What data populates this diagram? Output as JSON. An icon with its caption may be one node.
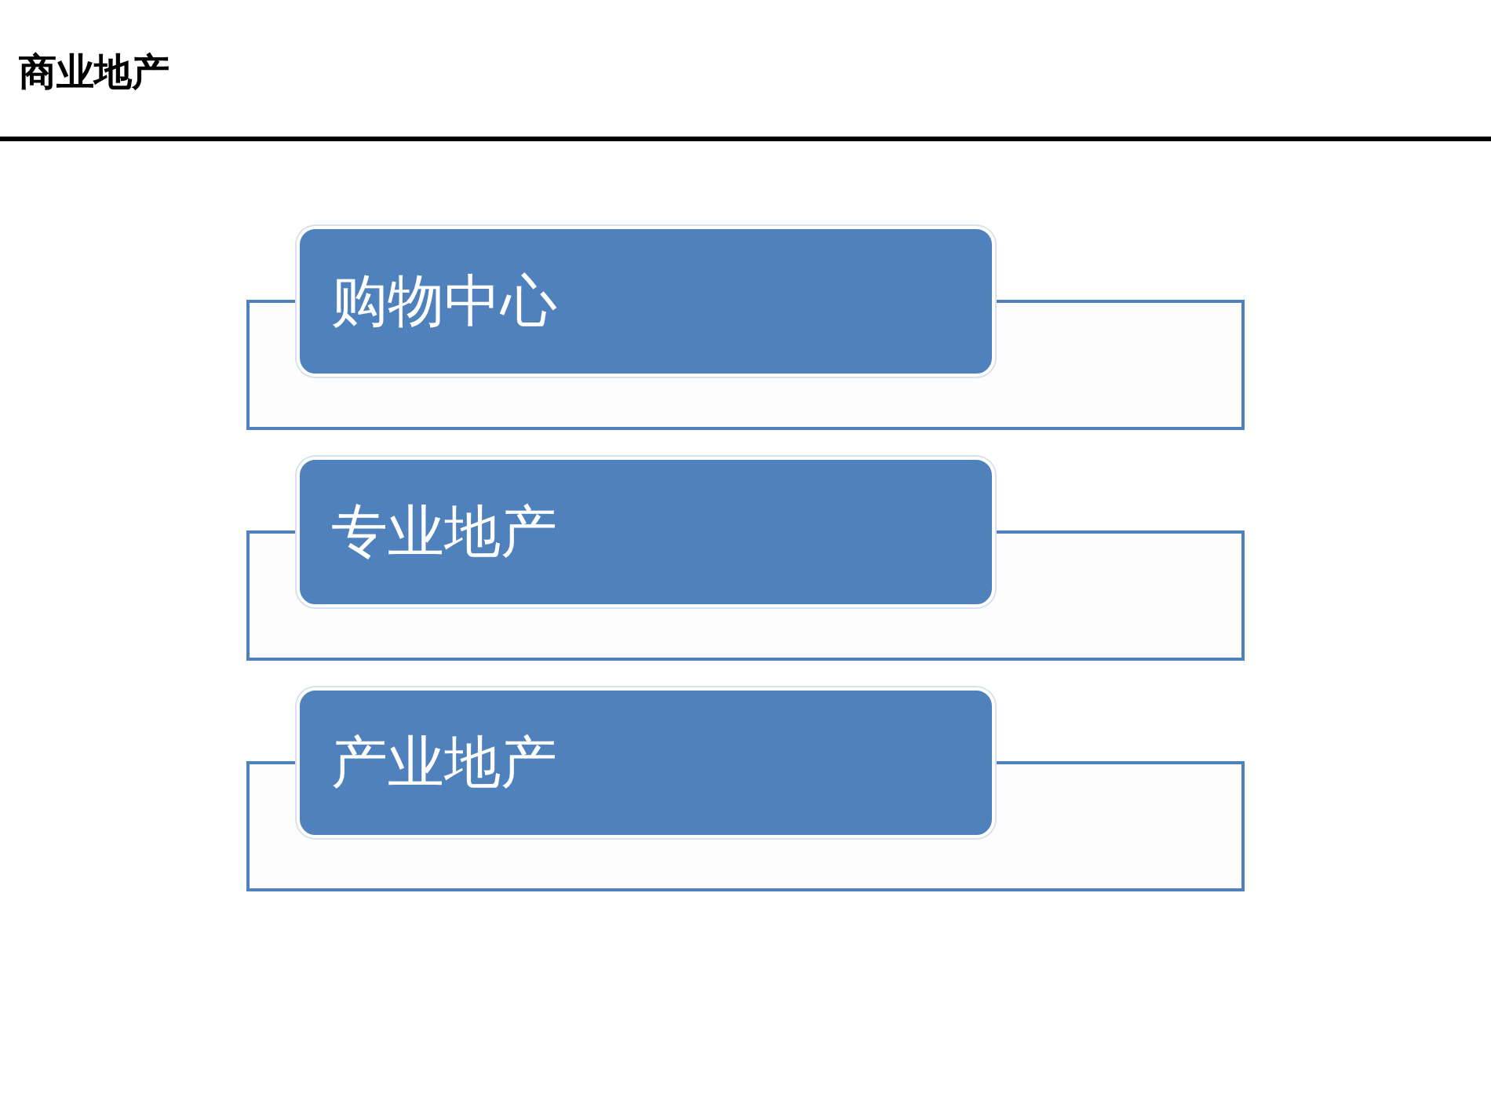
{
  "diagram": {
    "title": "商业地产",
    "nodes": [
      {
        "text": [],
        "shape": "box"
      },
      {
        "text": [
          "购物中心"
        ]
      },
      {
        "text": [],
        "shape": "box"
      },
      {
        "text": [
          "专业地产"
        ]
      },
      {
        "text": [],
        "shape": "box"
      },
      {
        "text": [
          "产业地产"
        ]
      }
    ]
  }
}
